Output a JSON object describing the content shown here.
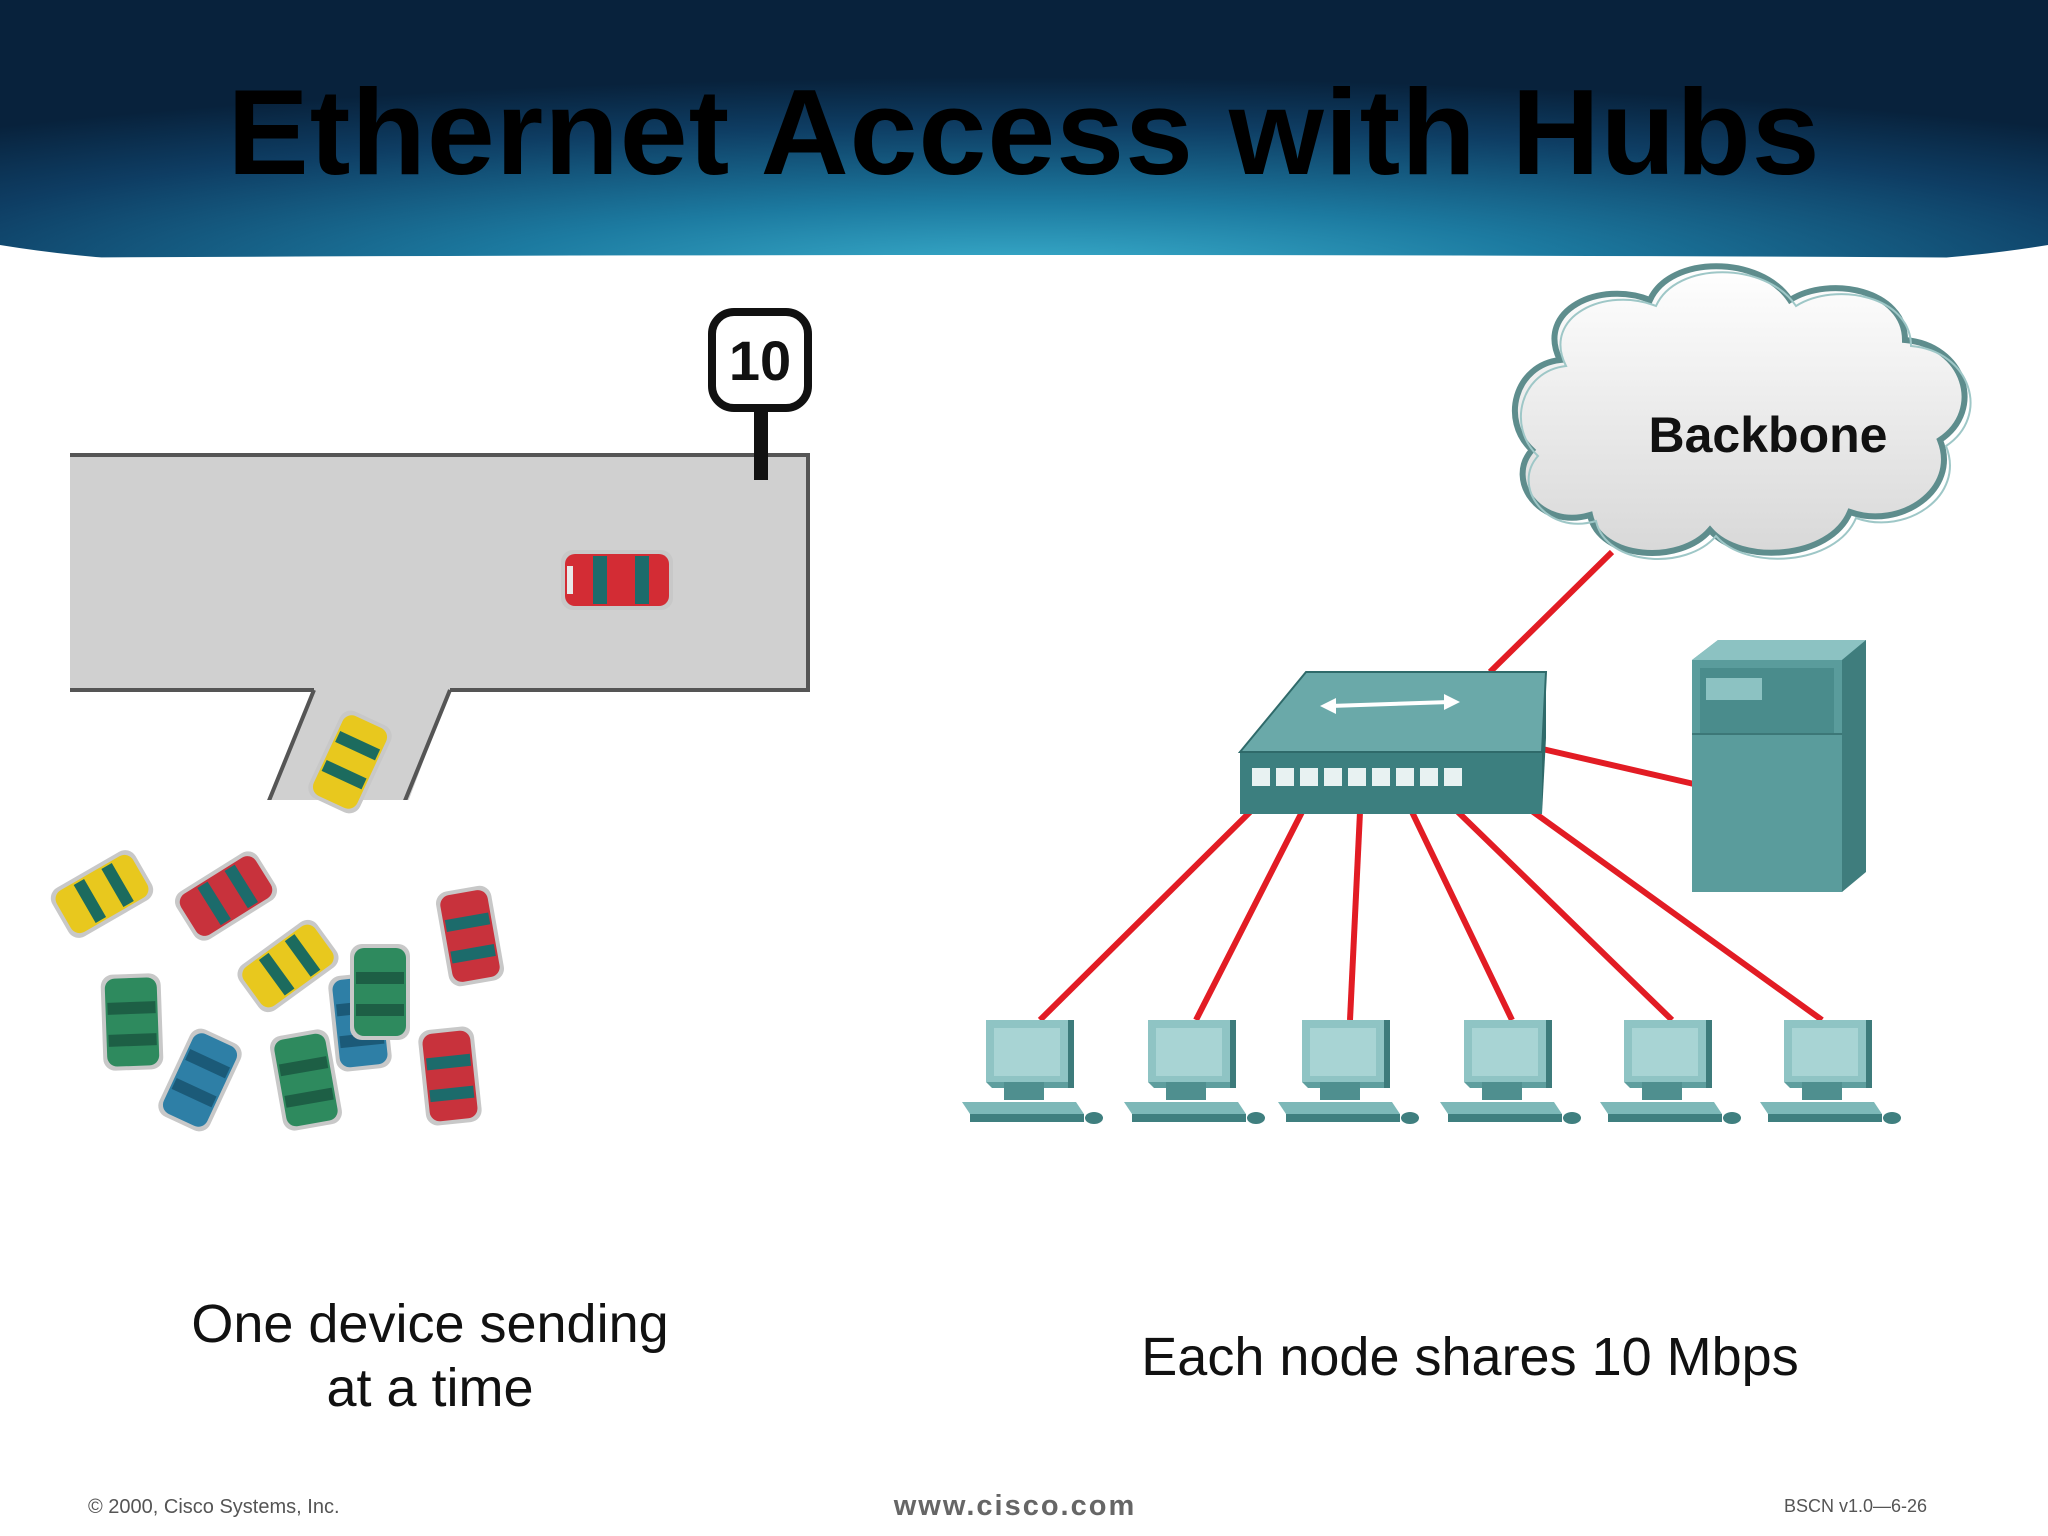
{
  "title": "Ethernet Access with Hubs",
  "speed_sign": "10",
  "cloud_label": "Backbone",
  "caption_left": {
    "line1": "One device sending",
    "line2": "at a time"
  },
  "caption_right": "Each node shares 10 Mbps",
  "footer": {
    "copyright": "© 2000, Cisco Systems, Inc.",
    "url": "www.cisco.com",
    "code": "BSCN v1.0—6-26"
  },
  "colors": {
    "header_dark": "#0b2b48",
    "header_light": "#2a93b4",
    "device_teal": "#4f9a9a",
    "link_red": "#e21c24",
    "road_gray": "#d0d0d0"
  }
}
